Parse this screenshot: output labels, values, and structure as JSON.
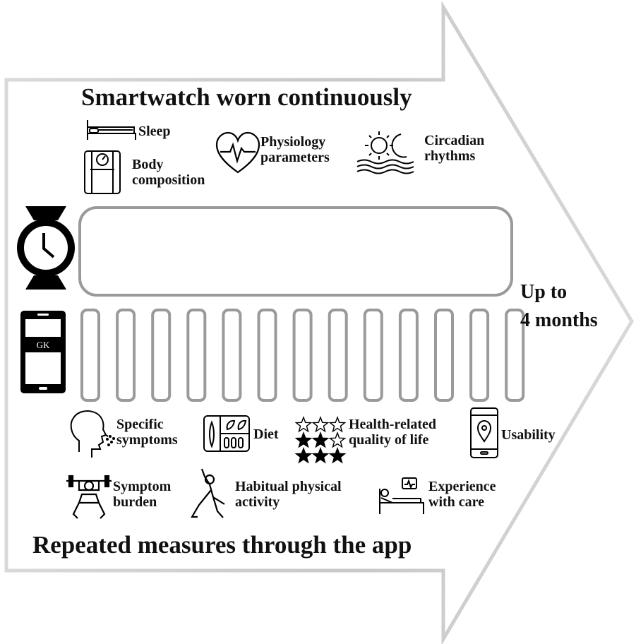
{
  "headings": {
    "top": "Smartwatch worn continuously",
    "bottom": "Repeated measures through the app",
    "duration_line1": "Up to",
    "duration_line2": "4 months"
  },
  "app_label": "GK",
  "app_measure_count": 13,
  "smartwatch_measures": [
    {
      "icon": "bed-icon",
      "label": "Sleep"
    },
    {
      "icon": "scale-icon",
      "label_line1": "Body",
      "label_line2": "composition"
    },
    {
      "icon": "heart-pulse-icon",
      "label_line1": "Physiology",
      "label_line2": "parameters"
    },
    {
      "icon": "sun-moon-icon",
      "label_line1": "Circadian",
      "label_line2": "rhythms"
    }
  ],
  "app_measures": [
    {
      "icon": "head-cough-icon",
      "label_line1": "Specific",
      "label_line2": "symptoms"
    },
    {
      "icon": "food-tray-icon",
      "label": "Diet"
    },
    {
      "icon": "stars-rating-icon",
      "label_line1": "Health-related",
      "label_line2": "quality of life"
    },
    {
      "icon": "phone-location-icon",
      "label": "Usability"
    },
    {
      "icon": "weightlifter-icon",
      "label_line1": "Symptom",
      "label_line2": "burden"
    },
    {
      "icon": "yoga-icon",
      "label_line1": "Habitual physical",
      "label_line2": "activity"
    },
    {
      "icon": "hospital-bed-icon",
      "label_line1": "Experience",
      "label_line2": "with care"
    }
  ],
  "colors": {
    "arrow_edge": "#bdbdbd",
    "box_stroke": "#9a9a9a",
    "ink": "#111111"
  }
}
